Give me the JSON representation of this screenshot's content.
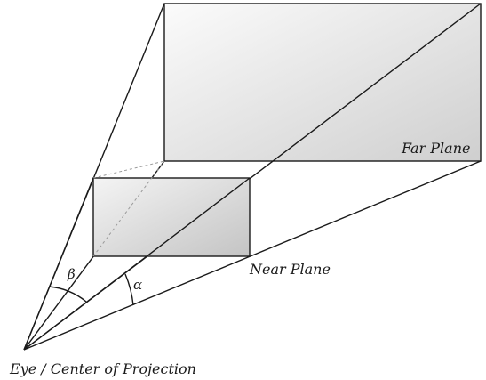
{
  "diagram": {
    "labels": {
      "far_plane": "Far Plane",
      "near_plane": "Near Plane",
      "eye": "Eye / Center of Projection",
      "beta": "β",
      "alpha": "α"
    },
    "colors": {
      "line": "#1a1a1a",
      "far_fill_light": "#fbfbfb",
      "far_fill_dark": "#cfcfcf",
      "near_fill_light": "#f4f4f4",
      "near_fill_dark": "#c4c4c4",
      "hidden_edge": "#9a9a9a"
    }
  }
}
